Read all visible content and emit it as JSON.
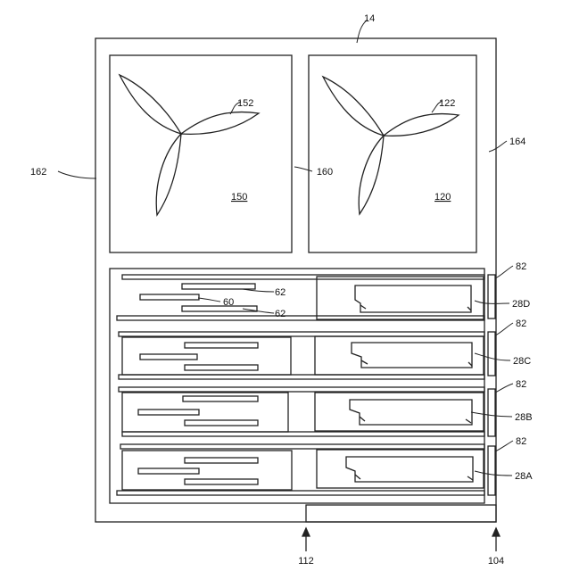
{
  "labels": {
    "enclosure": "14",
    "left_side": "162",
    "right_side": "164",
    "divider": "160",
    "fan_left_blade": "152",
    "fan_right_blade": "122",
    "fan_left_id": "150",
    "fan_right_id": "120",
    "handle_top_1": "62",
    "handle_top_2": "62",
    "board_mid": "60",
    "bracket_d": "82",
    "bracket_c": "82",
    "bracket_b": "82",
    "bracket_a": "82",
    "module_d": "28D",
    "module_c": "28C",
    "module_b": "28B",
    "module_a": "28A",
    "bottom_left": "112",
    "bottom_right": "104"
  },
  "colors": {
    "line": "#222222",
    "background": "#ffffff"
  }
}
